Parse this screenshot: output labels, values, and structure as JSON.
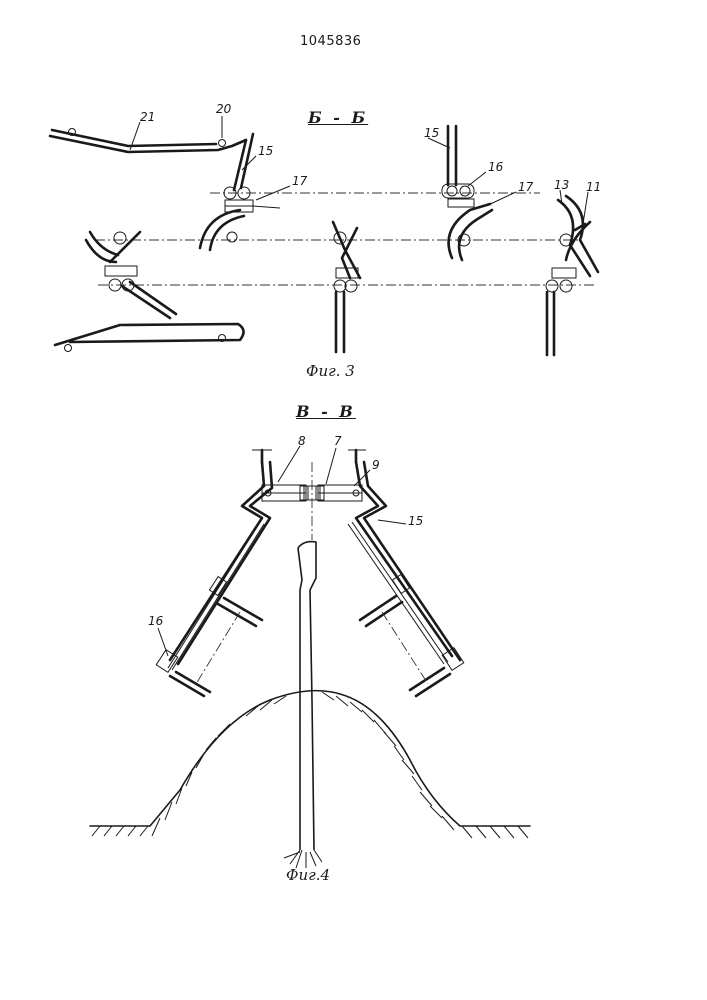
{
  "patent_number": "1045836",
  "fig3": {
    "section": "Б - Б",
    "caption": "Фиг. 3",
    "labels": {
      "l21": "21",
      "l20": "20",
      "l15a": "15",
      "l17a": "17",
      "l15b": "15",
      "l16": "16",
      "l17b": "17",
      "l13": "13",
      "l11": "11"
    }
  },
  "fig4": {
    "section": "В - В",
    "caption": "Фиг.4",
    "labels": {
      "l8": "8",
      "l7": "7",
      "l9": "9",
      "l15": "15",
      "l16": "16"
    }
  }
}
